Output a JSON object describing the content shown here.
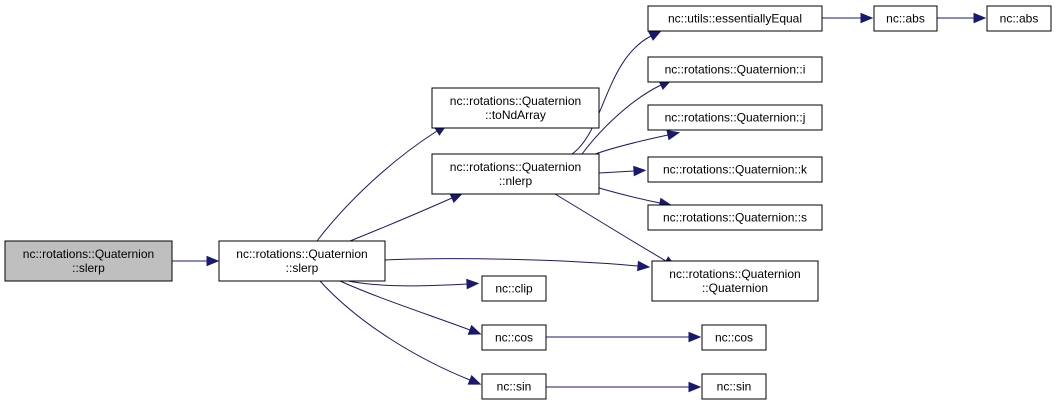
{
  "colors": {
    "edge": "#191970",
    "root_fill": "#bfbfbf",
    "node_fill": "#ffffff",
    "node_border": "#000000"
  },
  "nodes": {
    "root": [
      "nc::rotations::Quaternion",
      "::slerp"
    ],
    "quat_slerp": [
      "nc::rotations::Quaternion",
      "::slerp"
    ],
    "toNdArray": [
      "nc::rotations::Quaternion",
      "::toNdArray"
    ],
    "nlerp": [
      "nc::rotations::Quaternion",
      "::nlerp"
    ],
    "essentiallyEqual": [
      "nc::utils::essentiallyEqual"
    ],
    "abs1": [
      "nc::abs"
    ],
    "abs2": [
      "nc::abs"
    ],
    "qi": [
      "nc::rotations::Quaternion::i"
    ],
    "qj": [
      "nc::rotations::Quaternion::j"
    ],
    "qk": [
      "nc::rotations::Quaternion::k"
    ],
    "qs": [
      "nc::rotations::Quaternion::s"
    ],
    "ctor": [
      "nc::rotations::Quaternion",
      "::Quaternion"
    ],
    "clip": [
      "nc::clip"
    ],
    "cos1": [
      "nc::cos"
    ],
    "cos2": [
      "nc::cos"
    ],
    "sin1": [
      "nc::sin"
    ],
    "sin2": [
      "nc::sin"
    ]
  },
  "edges": [
    [
      "root",
      "quat_slerp"
    ],
    [
      "quat_slerp",
      "toNdArray"
    ],
    [
      "quat_slerp",
      "nlerp"
    ],
    [
      "quat_slerp",
      "ctor"
    ],
    [
      "quat_slerp",
      "clip"
    ],
    [
      "quat_slerp",
      "cos1"
    ],
    [
      "quat_slerp",
      "sin1"
    ],
    [
      "nlerp",
      "essentiallyEqual"
    ],
    [
      "nlerp",
      "qi"
    ],
    [
      "nlerp",
      "qj"
    ],
    [
      "nlerp",
      "qk"
    ],
    [
      "nlerp",
      "qs"
    ],
    [
      "nlerp",
      "ctor"
    ],
    [
      "essentiallyEqual",
      "abs1"
    ],
    [
      "abs1",
      "abs2"
    ],
    [
      "cos1",
      "cos2"
    ],
    [
      "sin1",
      "sin2"
    ]
  ]
}
